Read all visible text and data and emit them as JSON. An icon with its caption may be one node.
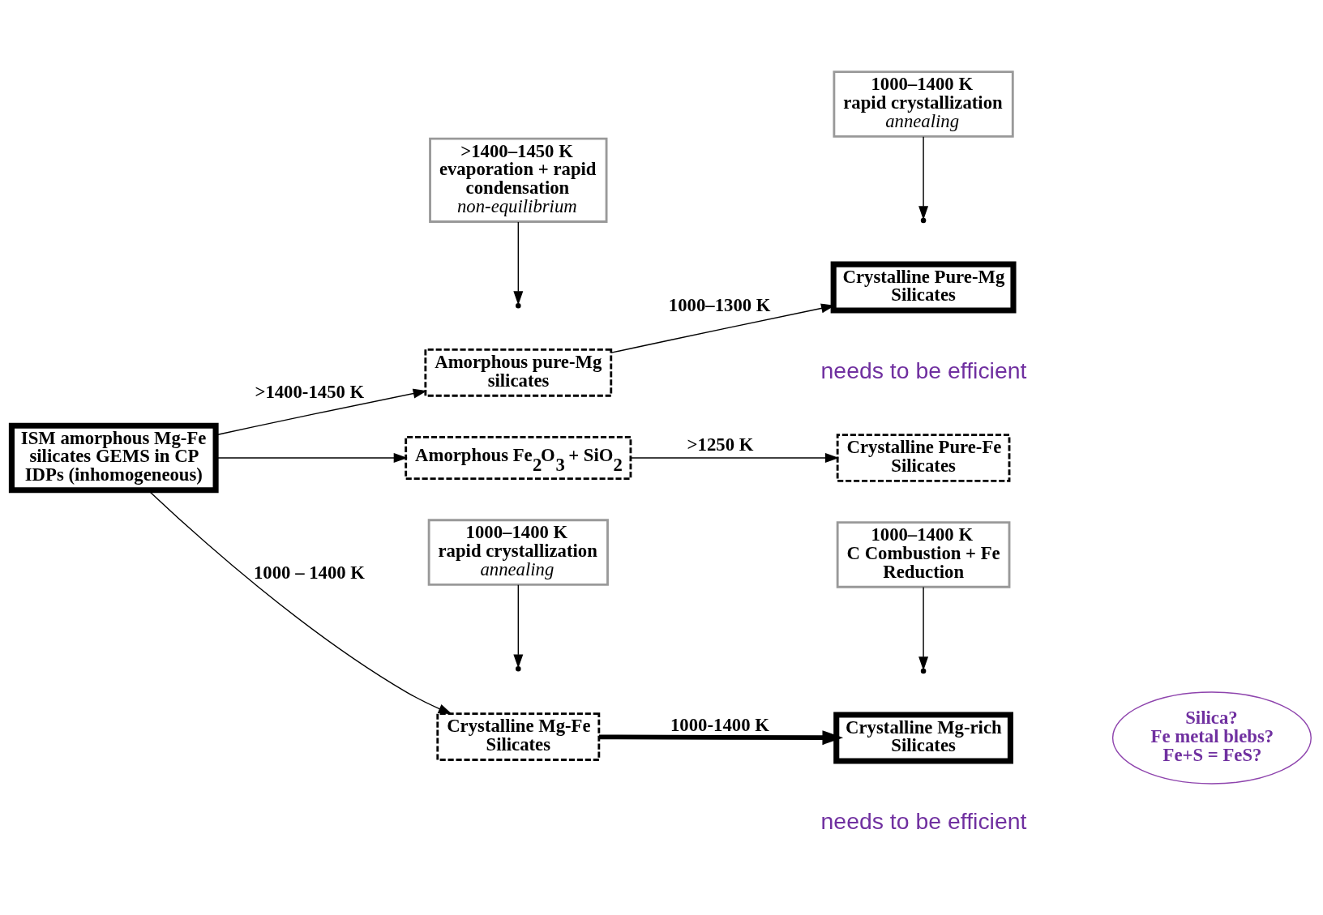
{
  "diagram": {
    "nodes": [
      {
        "text": [
          "ISM amorphous Mg-Fe silicates GEMS in CP IDPs (inhomogeneous)"
        ]
      },
      {
        "text": [
          ">1400–1450 K",
          "evaporation + rapid condensation",
          "non-equilibrium"
        ]
      },
      {
        "text": [
          "Amorphous pure-Mg silicates"
        ]
      },
      {
        "text": [
          "Amorphous Fe$_{2}$O$_{3}$ + SiO$_{2}$"
        ]
      },
      {
        "text": [
          "1000–1400 K",
          "rapid crystallization",
          "annealing"
        ]
      },
      {
        "text": [
          "Crystalline Pure-Mg Silicates"
        ]
      },
      {
        "text": [
          "Crystalline Pure-Fe Silicates"
        ]
      },
      {
        "text": [
          "1000–1400 K",
          "rapid crystallization",
          "annealing"
        ]
      },
      {
        "text": [
          "Crystalline Mg-Fe Silicates"
        ]
      },
      {
        "text": [
          "1000–1400 K",
          "C Combustion + Fe Reduction"
        ]
      },
      {
        "text": [
          "Crystalline Mg-rich Silicates"
        ]
      },
      {
        "text": [
          "Silica?",
          "Fe metal blebs?",
          "Fe+S = FeS?"
        ]
      }
    ],
    "edges": [
      {
        "from": 0,
        "to": 2,
        "arrow": "to",
        "label": ">1400-1450 K"
      },
      {
        "from": 0,
        "to": 3,
        "arrow": "to"
      },
      {
        "from": 1,
        "to": null,
        "arrow": "to"
      },
      {
        "from": 0,
        "to": 8,
        "arrow": "to",
        "label": "1000 – 1400 K"
      },
      {
        "from": 7,
        "to": null,
        "arrow": "to"
      },
      {
        "from": 2,
        "to": 5,
        "arrow": "to",
        "label": "1000–1300 K"
      },
      {
        "from": 4,
        "to": null,
        "arrow": "to"
      },
      {
        "from": 3,
        "to": 6,
        "arrow": "to",
        "label": ">1250 K"
      },
      {
        "from": 8,
        "to": 10,
        "arrow": "to",
        "label": "1000-1400 K",
        "style": "thick"
      },
      {
        "from": 9,
        "to": null,
        "arrow": "to"
      }
    ],
    "labels": [
      "needs to be efficient",
      "needs to be efficient"
    ]
  }
}
